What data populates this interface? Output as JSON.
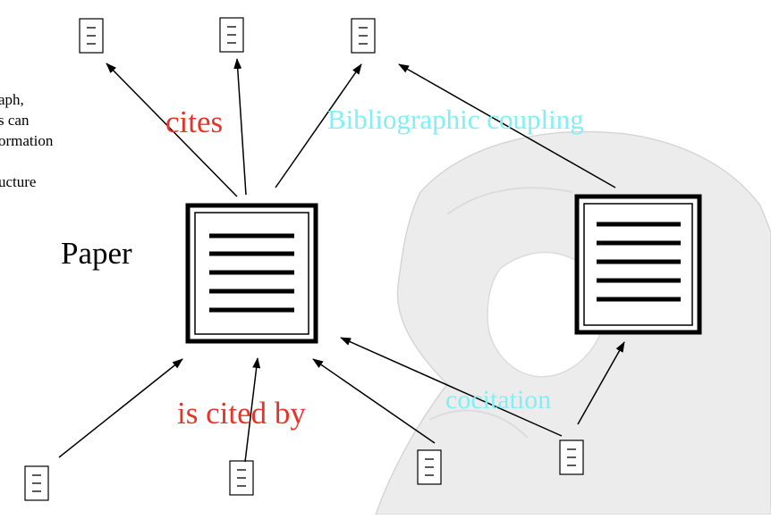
{
  "labels": {
    "cites": "cites",
    "is_cited_by": "is cited by",
    "bibliographic_coupling": "Bibliographic coupling",
    "cocitation": "cocitation",
    "paper": "Paper"
  },
  "side_text_fragments": [
    "aph,",
    "s can",
    "ormation",
    "",
    "ucture"
  ],
  "colors": {
    "red_label": "#e8332a",
    "cyan_label": "#7ff0f5",
    "watermark": "#ececec",
    "ink": "#000000"
  }
}
